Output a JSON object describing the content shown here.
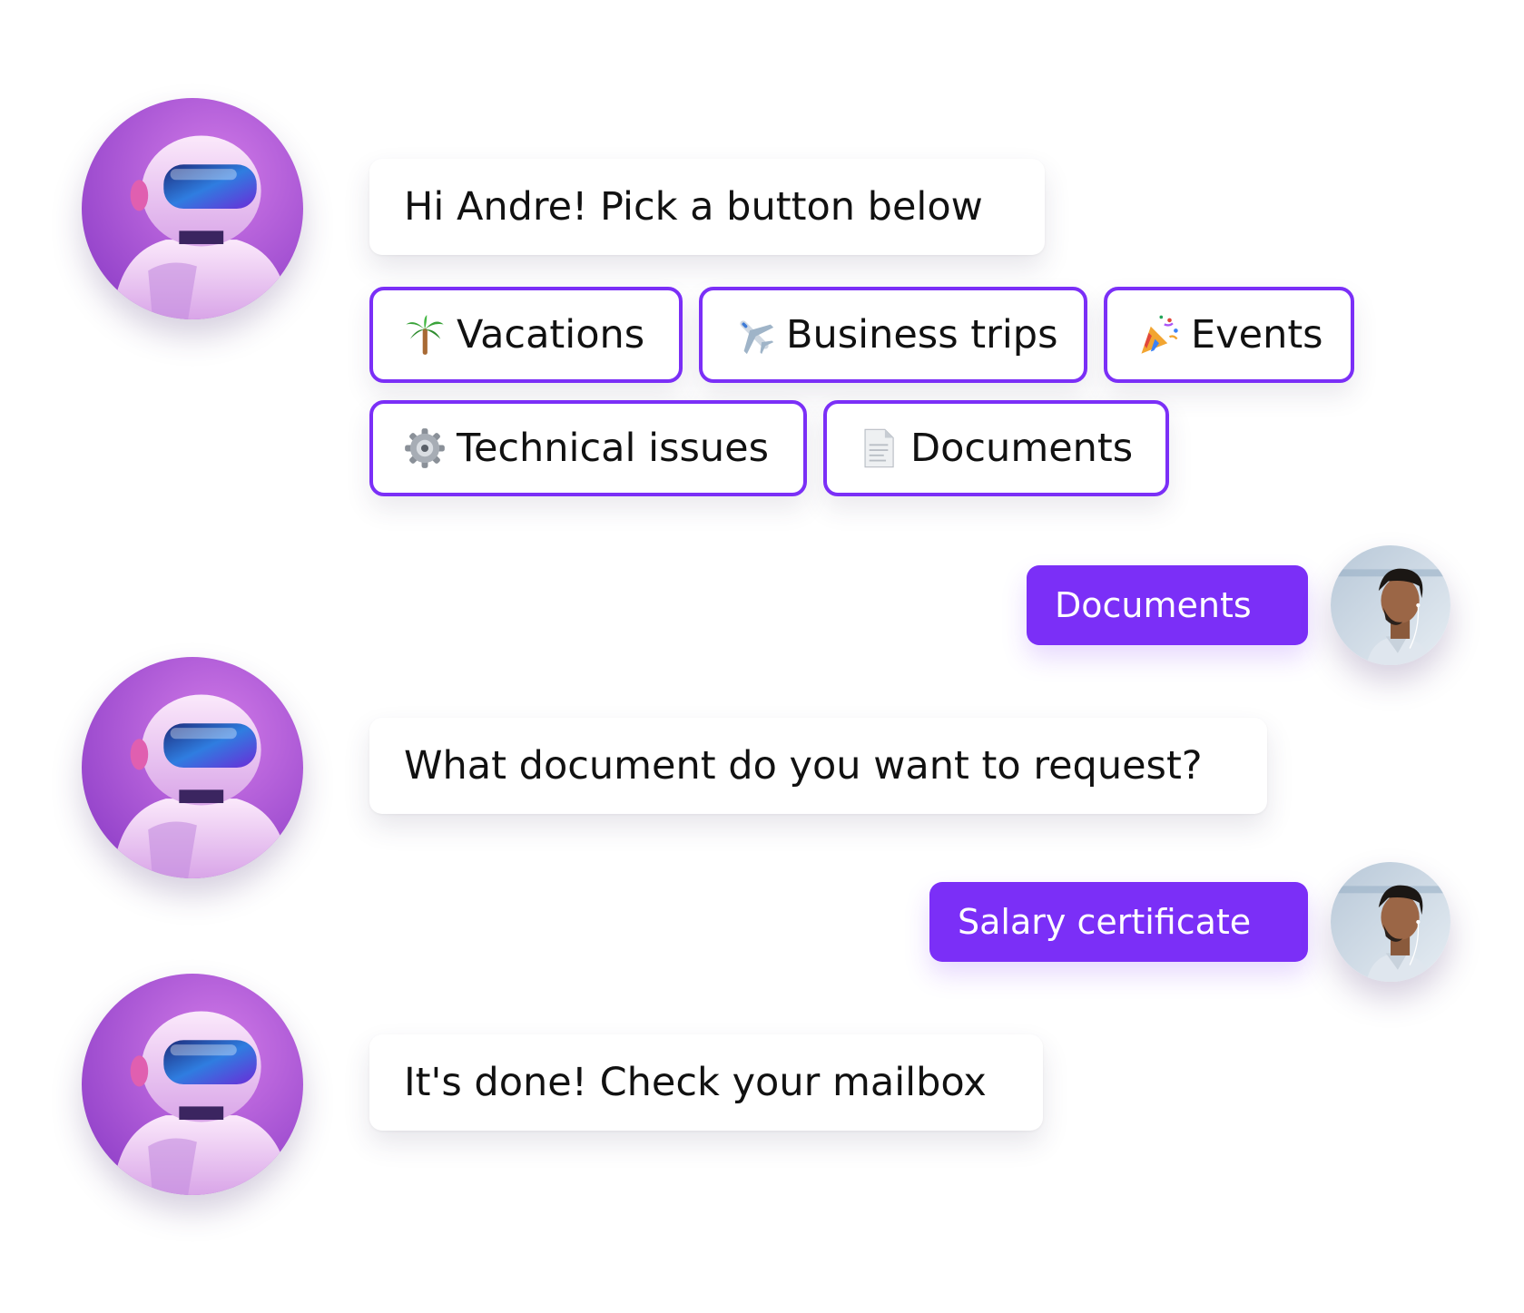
{
  "colors": {
    "accent": "#7b2ff7",
    "background": "#ffffff",
    "bubble": "#ffffff",
    "reply_text": "#ffffff"
  },
  "conversation": {
    "bot_message_1": "Hi Andre! Pick a button below",
    "quick_replies": [
      {
        "icon": "palm-tree-icon",
        "label": "Vacations"
      },
      {
        "icon": "airplane-icon",
        "label": "Business trips"
      },
      {
        "icon": "party-popper-icon",
        "label": "Events"
      },
      {
        "icon": "gear-icon",
        "label": "Technical issues"
      },
      {
        "icon": "document-icon",
        "label": "Documents"
      }
    ],
    "user_reply_1": "Documents",
    "bot_message_2": "What document do you want to request?",
    "user_reply_2": "Salary certificate",
    "bot_message_3": "It's done! Check your mailbox"
  },
  "avatars": {
    "bot": "robot-avatar",
    "user": "user-photo-avatar"
  }
}
